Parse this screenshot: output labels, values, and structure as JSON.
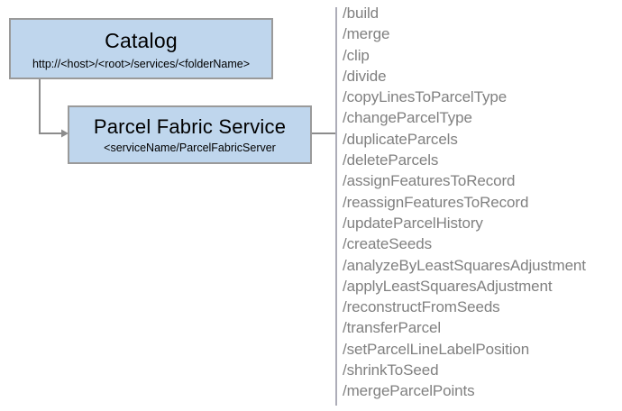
{
  "diagram": {
    "background_color": "#ffffff",
    "node_fill_color": "#bfd6ed",
    "node_border_color": "#9a9a9a",
    "connector_color": "#8c8c8c",
    "operations_text_color": "#808080",
    "nodes": [
      {
        "id": "catalog",
        "title": "Catalog",
        "subtitle": "http://<host>/<root>/services/<folderName>"
      },
      {
        "id": "parcel-fabric-service",
        "title": "Parcel Fabric Service",
        "subtitle": "<serviceName/ParcelFabricServer"
      }
    ],
    "operations": [
      {
        "label": "/build"
      },
      {
        "label": "/merge"
      },
      {
        "label": "/clip"
      },
      {
        "label": "/divide"
      },
      {
        "label": "/copyLinesToParcelType"
      },
      {
        "label": "/changeParcelType"
      },
      {
        "label": "/duplicateParcels"
      },
      {
        "label": "/deleteParcels"
      },
      {
        "label": "/assignFeaturesToRecord"
      },
      {
        "label": "/reassignFeaturesToRecord"
      },
      {
        "label": "/updateParcelHistory"
      },
      {
        "label": "/createSeeds"
      },
      {
        "label": "/analyzeByLeastSquaresAdjustment"
      },
      {
        "label": "/applyLeastSquaresAdjustment"
      },
      {
        "label": "/reconstructFromSeeds"
      },
      {
        "label": "/transferParcel"
      },
      {
        "label": "/setParcelLineLabelPosition"
      },
      {
        "label": "/shrinkToSeed"
      },
      {
        "label": "/mergeParcelPoints"
      }
    ]
  }
}
